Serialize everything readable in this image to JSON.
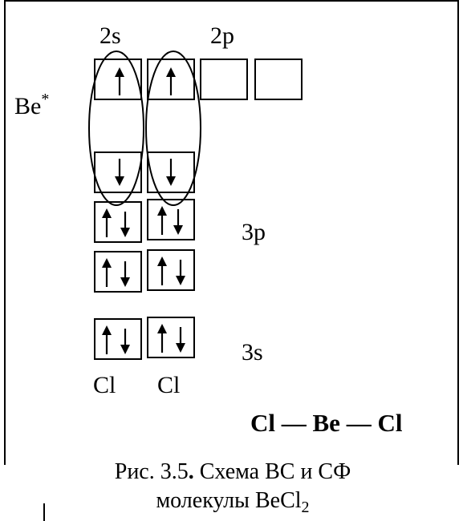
{
  "labels": {
    "orbital_2s": "2s",
    "orbital_2p": "2p",
    "atom_be": "Be",
    "excited_mark": "*",
    "orbital_3p": "3p",
    "orbital_3s": "3s",
    "atom_cl_left": "Cl",
    "atom_cl_right": "Cl"
  },
  "formula": {
    "left": "Cl",
    "bond1": "—",
    "center": "Be",
    "bond2": "—",
    "right": "Cl"
  },
  "caption": {
    "line1_prefix": "Рис. 3.5",
    "line1_dot": ".",
    "line1_rest": " Схема ВС и СФ",
    "line2_prefix": "молекулы BeCl",
    "line2_sub": "2"
  },
  "colors": {
    "ink": "#000000",
    "background": "#ffffff"
  }
}
